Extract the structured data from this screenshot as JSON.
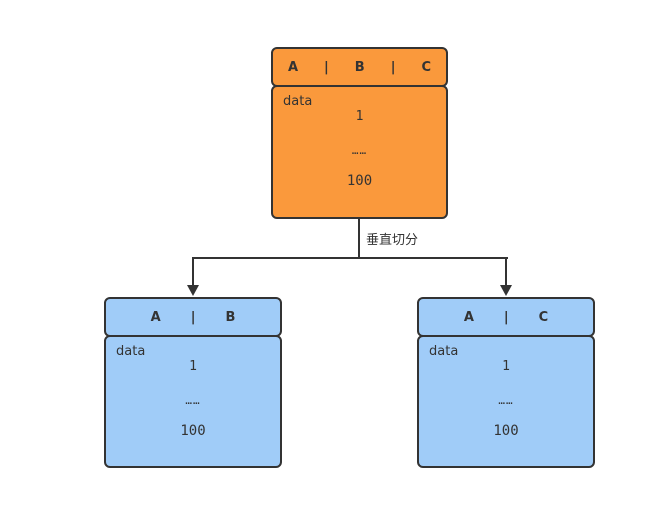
{
  "diagram": {
    "title_hint": "vertical-partitioning-diagram",
    "edge_label": "垂直切分",
    "separator": "|",
    "source_table": {
      "columns": [
        "A",
        "B",
        "C"
      ],
      "data_label": "data",
      "rows": {
        "first": "1",
        "ellipsis": "……",
        "last": "100"
      }
    },
    "left_shard_table": {
      "columns": [
        "A",
        "B"
      ],
      "data_label": "data",
      "rows": {
        "first": "1",
        "ellipsis": "……",
        "last": "100"
      }
    },
    "right_shard_table": {
      "columns": [
        "A",
        "C"
      ],
      "data_label": "data",
      "rows": {
        "first": "1",
        "ellipsis": "……",
        "last": "100"
      }
    },
    "colors": {
      "source_fill": "#FA993C",
      "shard_fill": "#A0CCF8",
      "stroke": "#333333",
      "text": "#333333",
      "canvas_bg": "#FFFFFF"
    }
  }
}
